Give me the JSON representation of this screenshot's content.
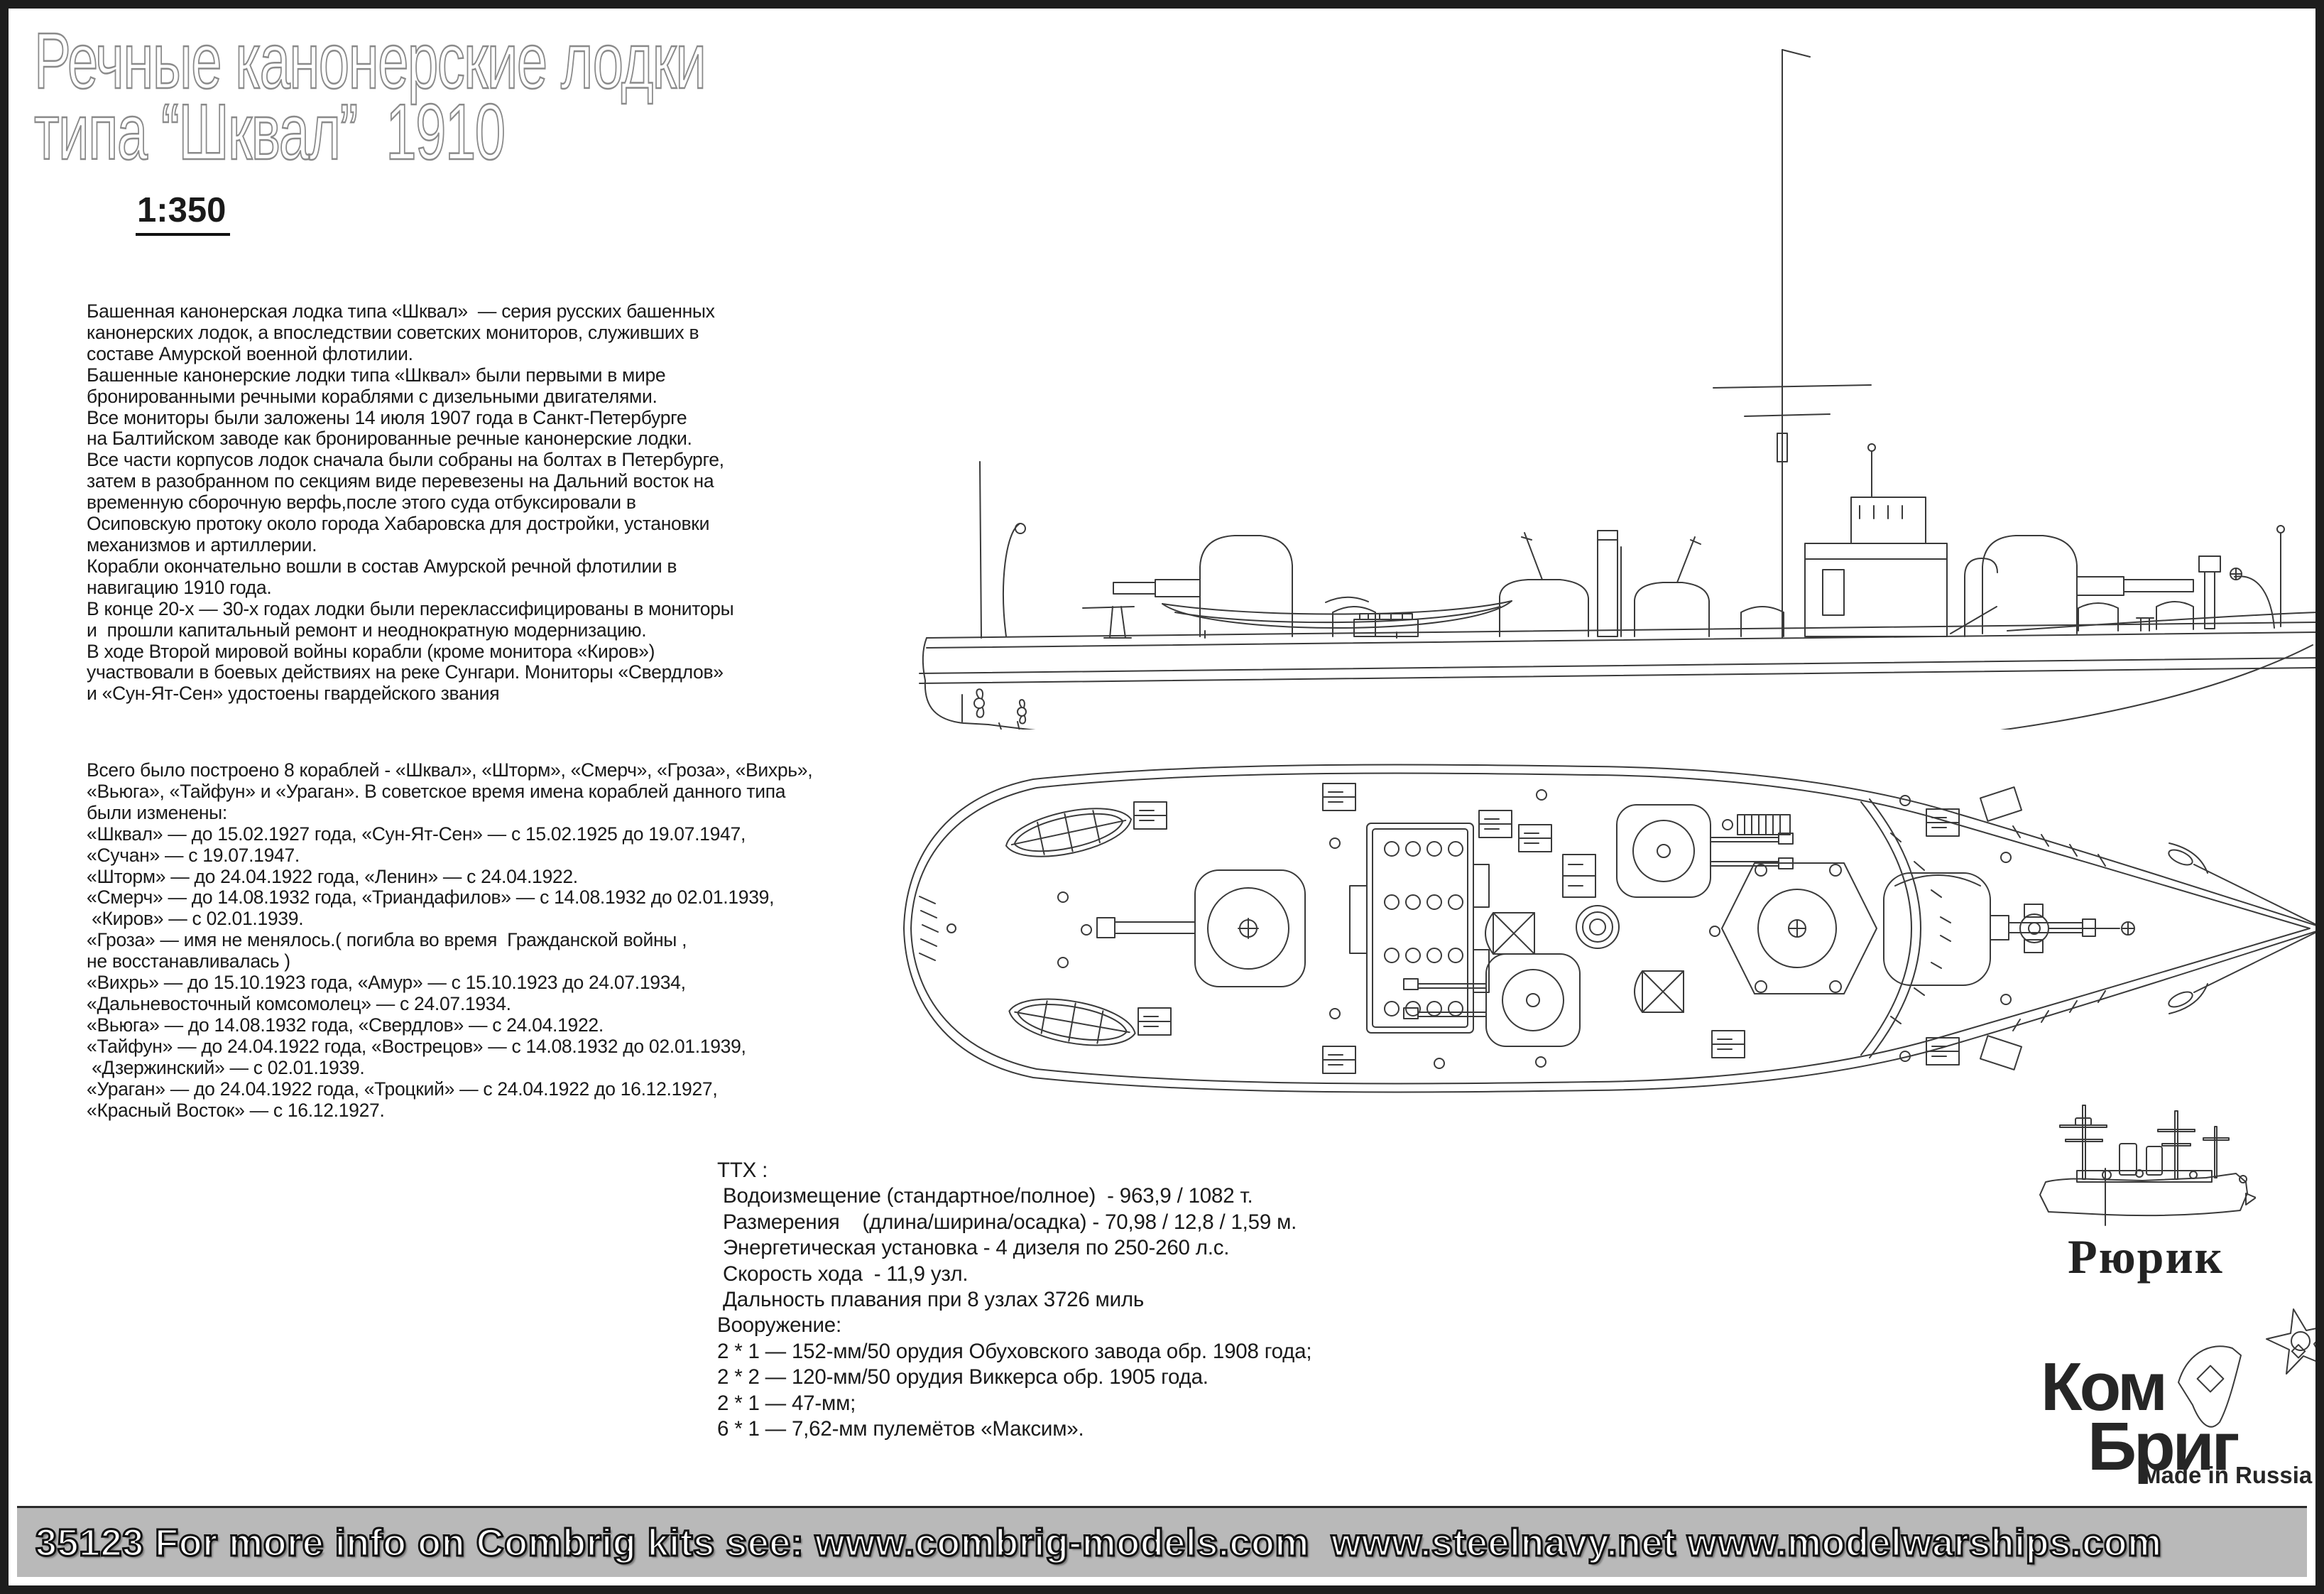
{
  "colors": {
    "paper": "#ffffff",
    "ink": "#1a1a1a",
    "frame": "#1d1d1d",
    "outline": "#8a8a8a",
    "footer-bg": "#b9b9b9",
    "line": "#3a3a3a"
  },
  "title": {
    "line1": "Речные канонерские лодки",
    "line2": "типа “Шквал”  1910",
    "scale": "1:350"
  },
  "history": {
    "lines": [
      "Башенная канонерская лодка типа «Шквал»  — серия русских башенных",
      "канонерских лодок, а впоследствии советских мониторов, служивших в",
      "составе Амурской военной флотилии.",
      "Башенные канонерские лодки типа «Шквал» были первыми в мире",
      "бронированными речными кораблями с дизельными двигателями.",
      "Все мониторы были заложены 14 июля 1907 года в Санкт-Петербурге",
      "на Балтийском заводе как бронированные речные канонерские лодки.",
      "Все части корпусов лодок сначала были собраны на болтах в Петербурге,",
      "затем в разобранном по секциям виде перевезены на Дальний восток на",
      "временную сборочную верфь,после этого суда отбуксировали в",
      "Осиповскую протоку около города Хабаровска для достройки, установки",
      "механизмов и артиллерии.",
      "Корабли окончательно вошли в состав Амурской речной флотилии в",
      "навигацию 1910 года.",
      "В конце 20-х — 30-х годах лодки были переклассифицированы в мониторы",
      "и  прошли капитальный ремонт и неоднократную модернизацию.",
      "В ходе Второй мировой войны корабли (кроме монитора «Киров»)",
      "участвовали в боевых действиях на реке Сунгари. Мониторы «Свердлов»",
      "и «Сун-Ят-Сен» удостоены гвардейского звания"
    ]
  },
  "fleet": {
    "lines": [
      "Всего было построено 8 кораблей - «Шквал», «Шторм», «Смерч», «Гроза», «Вихрь»,",
      "«Вьюга», «Тайфун» и «Ураган». В советское время имена кораблей данного типа",
      "были изменены:",
      "«Шквал» — до 15.02.1927 года, «Сун-Ят-Сен» — с 15.02.1925 до 19.07.1947,",
      "«Сучан» — с 19.07.1947.",
      "«Шторм» — до 24.04.1922 года, «Ленин» — с 24.04.1922.",
      "«Смерч» — до 14.08.1932 года, «Триандафилов» — с 14.08.1932 до 02.01.1939,",
      " «Киров» — с 02.01.1939.",
      "«Гроза» — имя не менялось.( погибла во время  Гражданской войны ,",
      "не восстанавливалась )",
      "«Вихрь» — до 15.10.1923 года, «Амур» — с 15.10.1923 до 24.07.1934,",
      "«Дальневосточный комсомолец» — с 24.07.1934.",
      "«Вьюга» — до 14.08.1932 года, «Свердлов» — с 24.04.1922.",
      "«Тайфун» — до 24.04.1922 года, «Вострецов» — с 14.08.1932 до 02.01.1939,",
      " «Дзержинский» — с 02.01.1939.",
      "«Ураган» — до 24.04.1922 года, «Троцкий» — с 24.04.1922 до 16.12.1927,",
      "«Красный Восток» — с 16.12.1927."
    ]
  },
  "specs": {
    "lines": [
      "ТТХ :",
      " Водоизмещение (стандартное/полное)  - 963,9 / 1082 т.",
      " Размерения    (длина/ширина/осадка) - 70,98 / 12,8 / 1,59 м.",
      " Энергетическая установка - 4 дизеля по 250-260 л.с.",
      " Скорость хода  - 11,9 узл.",
      " Дальность плавания при 8 узлах 3726 миль",
      "Вооружение:",
      "2 * 1 — 152-мм/50 орудия Обуховского завода обр. 1908 года;",
      "2 * 2 — 120-мм/50 орудия Виккерса обр. 1905 года.",
      "2 * 1 — 47-мм;",
      "6 * 1 — 7,62-мм пулемётов «Максим»."
    ]
  },
  "logos": {
    "rurik_label": "Рюрик",
    "kombrig_top": "Ком",
    "kombrig_bottom": "Бриг",
    "made_in": "Made in Russia"
  },
  "footer": {
    "text": "35123 For more info on Combrig kits see: www.combrig-models.com  www.steelnavy.net www.modelwarships.com"
  }
}
